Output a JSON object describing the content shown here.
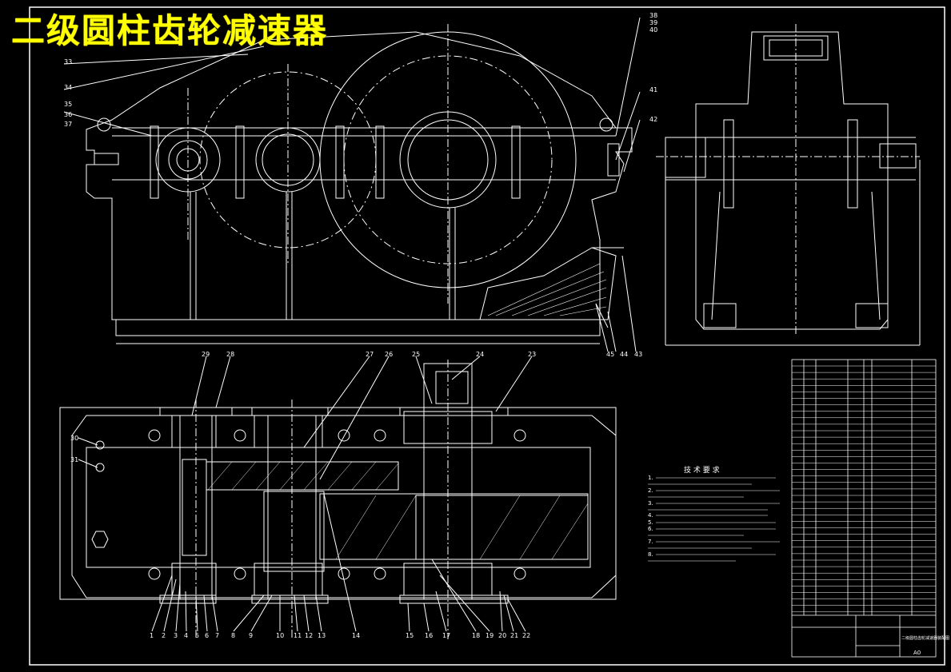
{
  "title": "二级圆柱齿轮减速器",
  "colors": {
    "background": "#000000",
    "line": "#ffffff",
    "title": "#ffff00"
  },
  "front_view_labels": [
    "33",
    "34",
    "35",
    "36",
    "37",
    "38",
    "39",
    "40",
    "41",
    "42",
    "43",
    "44",
    "45"
  ],
  "plan_view_labels_top": [
    "29",
    "28",
    "27",
    "26",
    "25",
    "24",
    "23"
  ],
  "plan_view_labels_bottom": [
    "1",
    "2",
    "3",
    "4",
    "5",
    "6",
    "7",
    "8",
    "9",
    "10",
    "11",
    "12",
    "13",
    "14",
    "15",
    "16",
    "17",
    "18",
    "19",
    "20",
    "21",
    "22"
  ],
  "plan_view_labels_left": [
    "30",
    "31"
  ],
  "tech_requirements": {
    "heading": "技 术 要 求",
    "lines": [
      "1.",
      "2.",
      "3.",
      "4.",
      "5.",
      "6.",
      "7.",
      "8."
    ]
  },
  "title_block": {
    "name": "二级圆柱齿轮减速器装配图",
    "sheet": "A0"
  }
}
